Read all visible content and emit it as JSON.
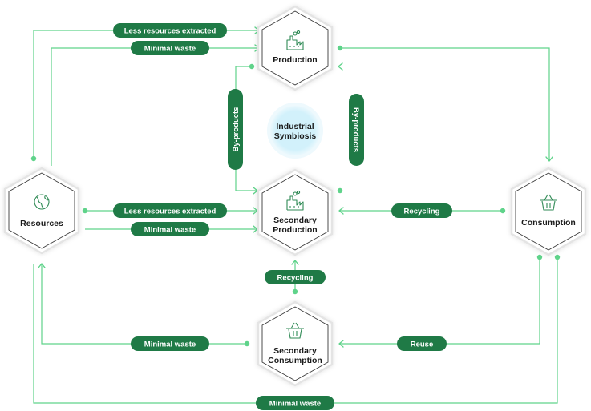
{
  "colors": {
    "line": "#5fd38a",
    "pill": "#1f7a46",
    "icon": "#2f8a55",
    "center_fill": "#d2f1fb"
  },
  "nodes": {
    "production": {
      "label": "Production",
      "icon": "factory-icon"
    },
    "resources": {
      "label": "Resources",
      "icon": "globe-icon"
    },
    "secondary_production": {
      "line1": "Secondary",
      "line2": "Production",
      "icon": "factory-icon"
    },
    "consumption": {
      "label": "Consumption",
      "icon": "basket-icon"
    },
    "secondary_consumption": {
      "line1": "Secondary",
      "line2": "Consumption",
      "icon": "basket-icon"
    }
  },
  "center": {
    "line1": "Industrial",
    "line2": "Symbiosis"
  },
  "pills": {
    "top_less_resources": "Less resources extracted",
    "top_minimal_waste": "Minimal waste",
    "mid_less_resources": "Less resources extracted",
    "mid_minimal_waste": "Minimal waste",
    "byproducts_left": "By-products",
    "byproducts_right": "By-products",
    "recycling_right": "Recycling",
    "recycling_center": "Recycling",
    "minimal_waste_lower": "Minimal waste",
    "reuse": "Reuse",
    "minimal_waste_bottom": "Minimal waste"
  }
}
